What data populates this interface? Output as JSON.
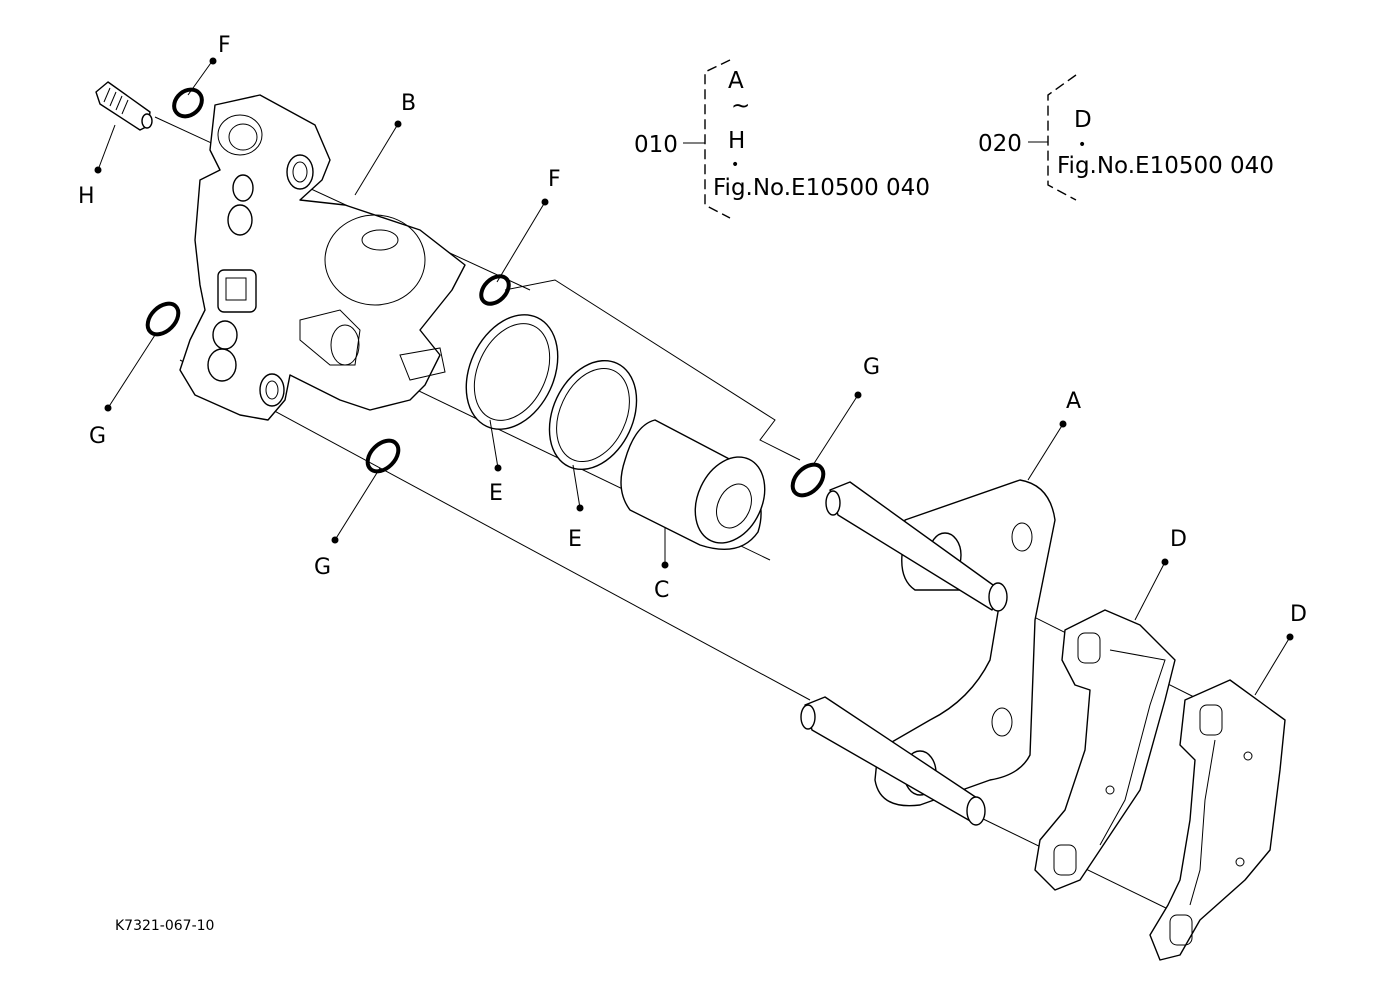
{
  "callouts": {
    "A": "A",
    "B": "B",
    "C": "C",
    "D": "D",
    "E": "E",
    "F": "F",
    "G": "G",
    "H": "H"
  },
  "bracket_010": {
    "code": "010",
    "from": "A",
    "tilde": "~",
    "to": "H",
    "bullet": "•",
    "fig": "Fig.No.E10500  040"
  },
  "bracket_020": {
    "code": "020",
    "item": "D",
    "bullet": "•",
    "fig": "Fig.No.E10500  040"
  },
  "drawing_code": "K7321-067-10"
}
